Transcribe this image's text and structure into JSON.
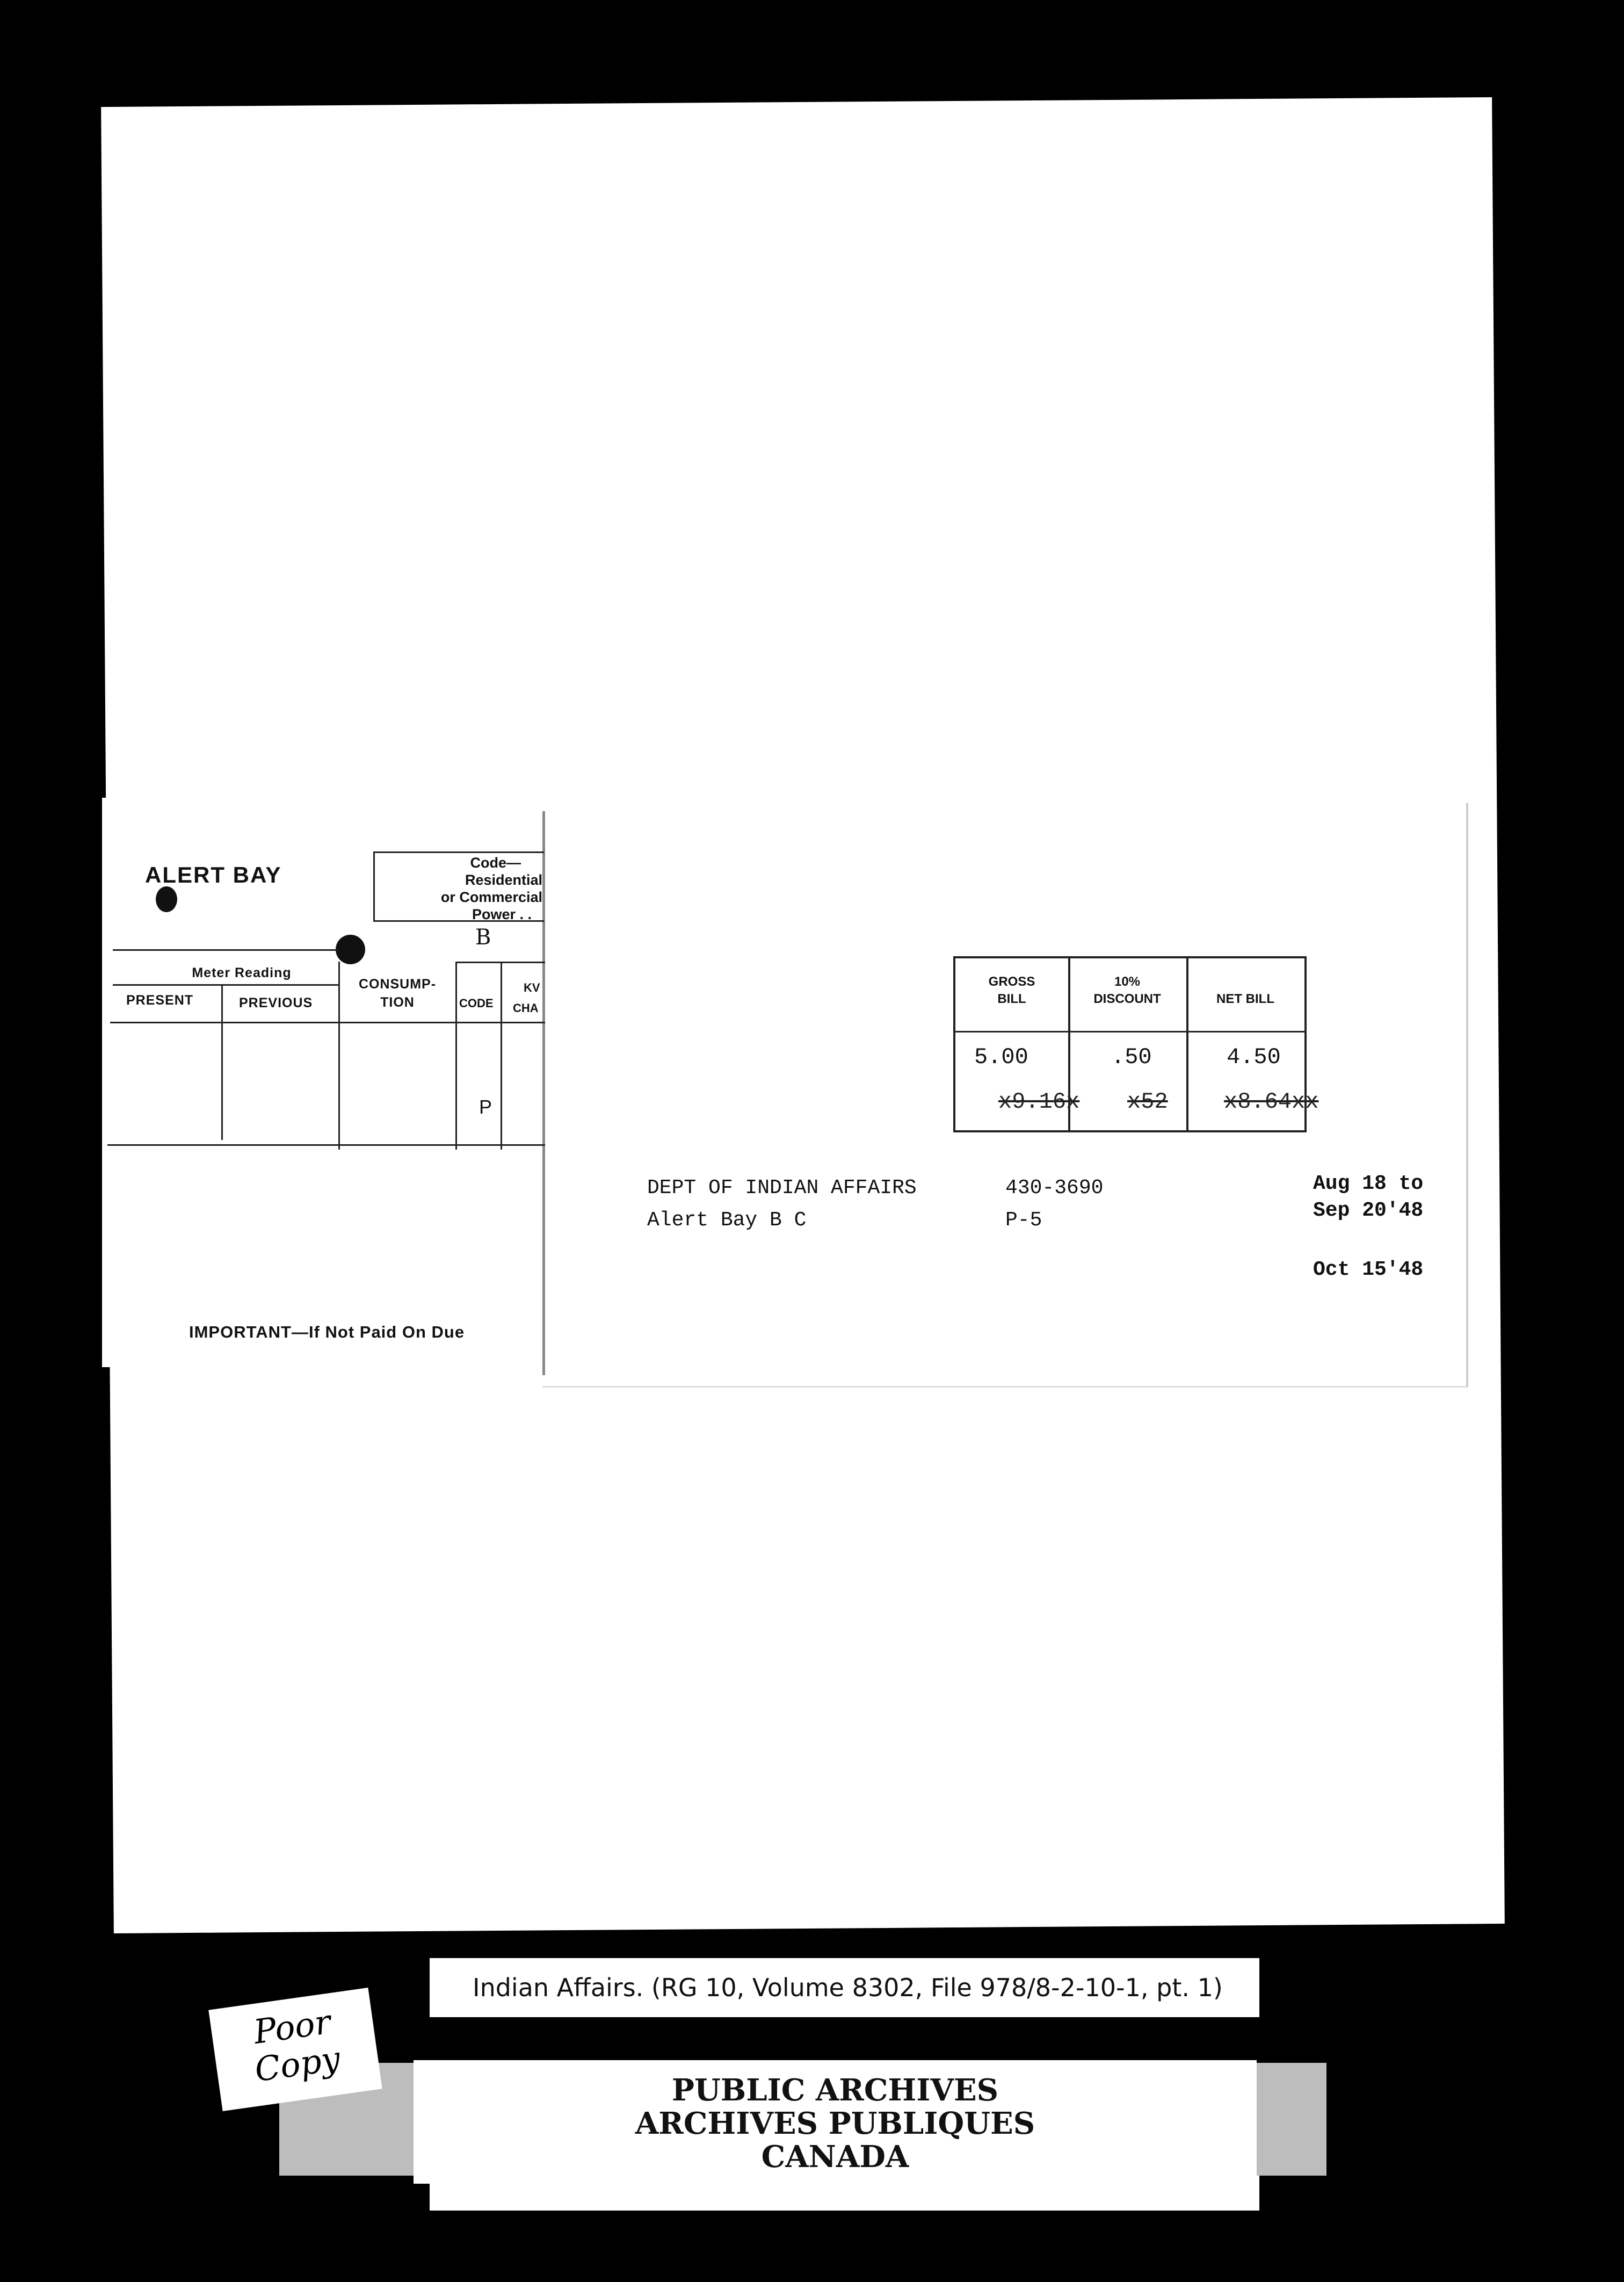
{
  "bill": {
    "town": "ALERT BAY",
    "code_box": {
      "line1": "Code—",
      "line2": "Residential",
      "line3": "or Commercial",
      "line4": "Power . .",
      "code_value": "B"
    },
    "meter_reading": {
      "group": "Meter Reading",
      "present": "PRESENT",
      "previous": "PREVIOUS"
    },
    "consumption": {
      "line1": "CONSUMP-",
      "line2": "TION"
    },
    "code_col": "CODE",
    "kw_col": {
      "line1": "KV",
      "line2": "CHA"
    },
    "code_entry": "P",
    "important": "IMPORTANT—If Not Paid On Due",
    "amounts": {
      "headers": [
        {
          "line1": "GROSS",
          "line2": "BILL"
        },
        {
          "line1": "10%",
          "line2": "DISCOUNT"
        },
        {
          "line1": "",
          "line2": "NET BILL"
        }
      ],
      "gross": "5.00",
      "discount": ".50",
      "net": "4.50",
      "struck_gross": "x9.16x",
      "struck_discount": "x52",
      "struck_net": "x8.64xx"
    },
    "customer": {
      "name": "DEPT OF INDIAN AFFAIRS",
      "location": "Alert Bay B C",
      "account": "430-3690",
      "rate": "P-5"
    },
    "period": {
      "from": "Aug 18 to",
      "to": "Sep 20'48",
      "due": "Oct 15'48"
    }
  },
  "footer": {
    "source": "Indian Affairs. (RG 10, Volume 8302, File 978/8-2-10-1, pt. 1)",
    "archive_en": "PUBLIC ARCHIVES",
    "archive_fr": "ARCHIVES PUBLIQUES",
    "country": "CANADA",
    "note_line1": "Poor",
    "note_line2": "Copy"
  }
}
